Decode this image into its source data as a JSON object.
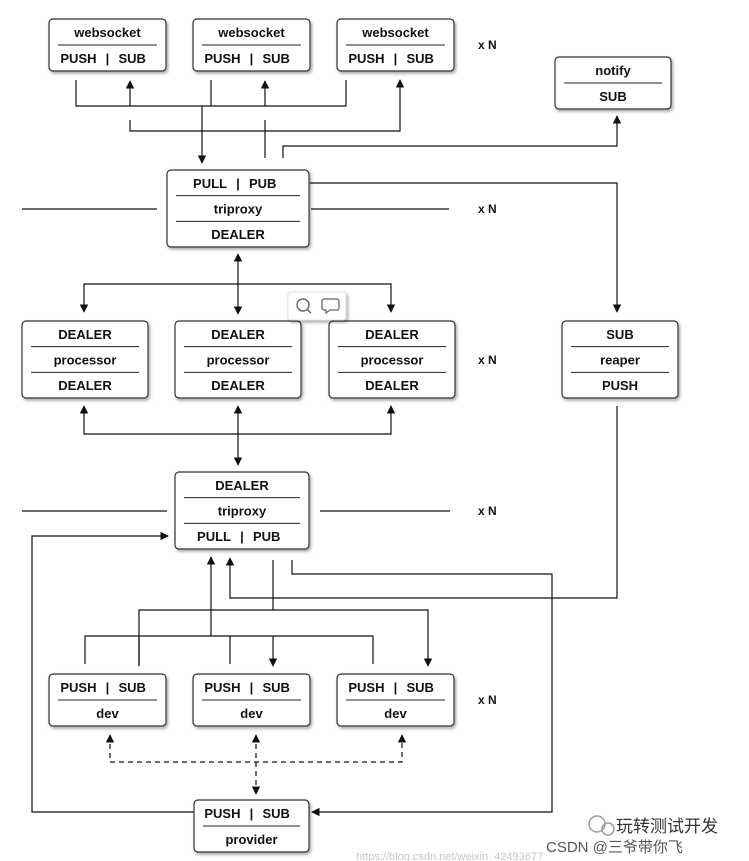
{
  "nodes": {
    "websocket_1": {
      "title": "websocket",
      "ports": [
        "PUSH",
        "|",
        "SUB"
      ]
    },
    "websocket_2": {
      "title": "websocket",
      "ports": [
        "PUSH",
        "|",
        "SUB"
      ]
    },
    "websocket_3": {
      "title": "websocket",
      "ports": [
        "PUSH",
        "|",
        "SUB"
      ]
    },
    "notify": {
      "title": "notify",
      "bottom": "SUB"
    },
    "triproxy_top": {
      "ports": [
        "PULL",
        "|",
        "PUB"
      ],
      "middle": "triproxy",
      "bottom": "DEALER"
    },
    "processor_1": {
      "top": "DEALER",
      "middle": "processor",
      "bottom": "DEALER"
    },
    "processor_2": {
      "top": "DEALER",
      "middle": "processor",
      "bottom": "DEALER"
    },
    "processor_3": {
      "top": "DEALER",
      "middle": "processor",
      "bottom": "DEALER"
    },
    "reaper": {
      "top": "SUB",
      "middle": "reaper",
      "bottom": "PUSH"
    },
    "triproxy_bottom": {
      "top": "DEALER",
      "middle": "triproxy",
      "ports": [
        "PULL",
        "|",
        "PUB"
      ]
    },
    "dev_1": {
      "ports": [
        "PUSH",
        "|",
        "SUB"
      ],
      "bottom": "dev"
    },
    "dev_2": {
      "ports": [
        "PUSH",
        "|",
        "SUB"
      ],
      "bottom": "dev"
    },
    "dev_3": {
      "ports": [
        "PUSH",
        "|",
        "SUB"
      ],
      "bottom": "dev"
    },
    "provider": {
      "ports": [
        "PUSH",
        "|",
        "SUB"
      ],
      "bottom": "provider"
    }
  },
  "multipliers": {
    "websocket": "x N",
    "triproxy_top": "x N",
    "processor": "x N",
    "triproxy_bottom": "x N",
    "dev": "x N"
  },
  "watermark": {
    "brand": "玩转测试开发",
    "credit": "CSDN @三爷带你飞",
    "url": "https://blog.csdn.net/weixin_42493677"
  },
  "toolbar_icons": [
    "search-icon",
    "comment-icon"
  ]
}
